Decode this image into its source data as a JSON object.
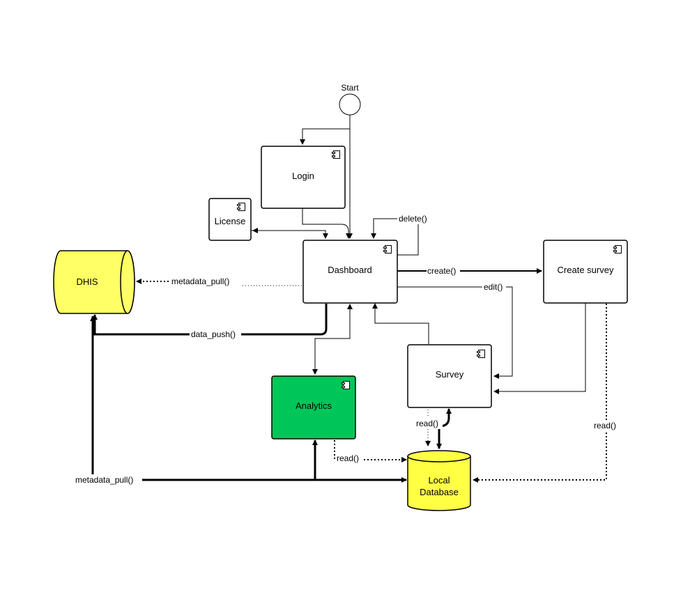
{
  "nodes": {
    "start": "Start",
    "login": "Login",
    "license": "License",
    "dashboard": "Dashboard",
    "create_survey": "Create survey",
    "survey": "Survey",
    "analytics": "Analytics",
    "dhis": "DHIS",
    "local_db_line1": "Local",
    "local_db_line2": "Database"
  },
  "edges": {
    "delete": "delete()",
    "create": "create()",
    "edit": "edit()",
    "metadata_pull_top": "metadata_pull()",
    "data_push": "data_push()",
    "read_survey": "read()",
    "read_analytics": "read()",
    "read_create": "read()",
    "metadata_pull_bottom": "metadata_pull()"
  },
  "colors": {
    "dhis_fill": "#ffff66",
    "local_db_fill": "#ffff44",
    "analytics_fill": "#00c65a",
    "box_fill": "#ffffff",
    "stroke": "#000000"
  },
  "icons": {
    "component": "component-icon"
  }
}
